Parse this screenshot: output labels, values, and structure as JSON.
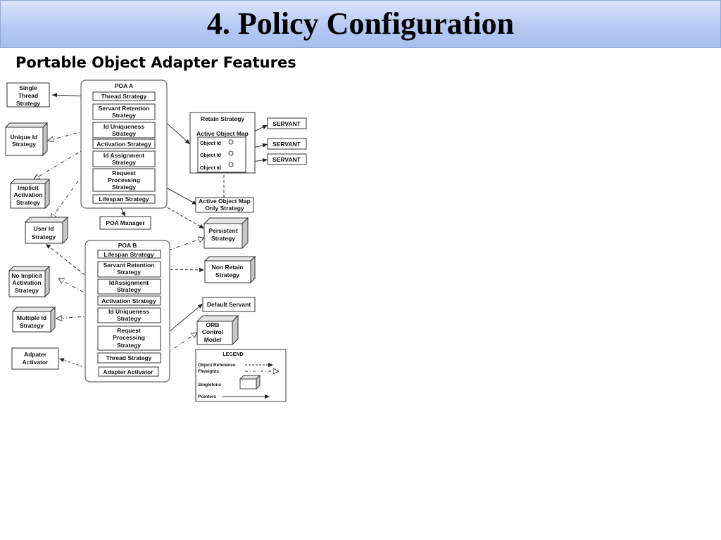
{
  "slide": {
    "title": "4. Policy Configuration",
    "subtitle": "Portable Object Adapter Features"
  },
  "diagram": {
    "poa_a": {
      "title": "POA A",
      "items": [
        "Thread Strategy",
        [
          "Servant Retention",
          "Strategy"
        ],
        [
          "Id Uniqueness",
          "Strategy"
        ],
        "Activation Strategy",
        [
          "Id Assignment",
          "Strategy"
        ],
        [
          "Request",
          "Processing",
          "Strategy"
        ],
        "Lifespan Strategy"
      ]
    },
    "poa_b": {
      "title": "POA  B",
      "items": [
        "Lifespan Strategy",
        [
          "Servant Retention",
          "Strategy"
        ],
        [
          "IdAssignment",
          "Strategy"
        ],
        "Activation Strategy",
        [
          "Id Uniqueness",
          "Strategy"
        ],
        [
          "Request",
          "Processing",
          "Strategy"
        ],
        "Thread Strategy",
        "Adapter Activator"
      ]
    },
    "poa_manager": "POA Manager",
    "left_nodes": {
      "single_thread": [
        "Single",
        "Thread",
        "Strategy"
      ],
      "unique_id": [
        "Unique Id",
        "Strategy"
      ],
      "implicit_activation": [
        "Implicit",
        "Activation",
        "Strategy"
      ],
      "user_id": [
        "User Id",
        "Strategy"
      ],
      "no_implicit": [
        "No Implicit",
        "Activation",
        "Strategy"
      ],
      "multiple_id": [
        "Multiple Id",
        "Strategy"
      ],
      "adapter_activator": [
        "Adpater",
        "Activator"
      ]
    },
    "retain": {
      "title": "Retain Strategy",
      "map_title": "Active  Object Map",
      "object_ids": [
        "Object Id",
        "Object Id",
        "Object Id"
      ]
    },
    "servants": [
      "SERVANT",
      "SERVANT",
      "SERVANT"
    ],
    "active_map_only": [
      "Active Object Map",
      "Only Strategy"
    ],
    "persistent": [
      "Persistent",
      "Strategy"
    ],
    "non_retain": [
      "Non Retain",
      "Strategy"
    ],
    "default_servant": "Default Servant",
    "orb_control": [
      "ORB",
      "Control",
      "Model"
    ],
    "legend": {
      "title": "LEGEND",
      "object_reference": "Object Reference",
      "flyweights": "Flweights",
      "singletons": "Singletons",
      "pointers": "Pointers"
    }
  }
}
